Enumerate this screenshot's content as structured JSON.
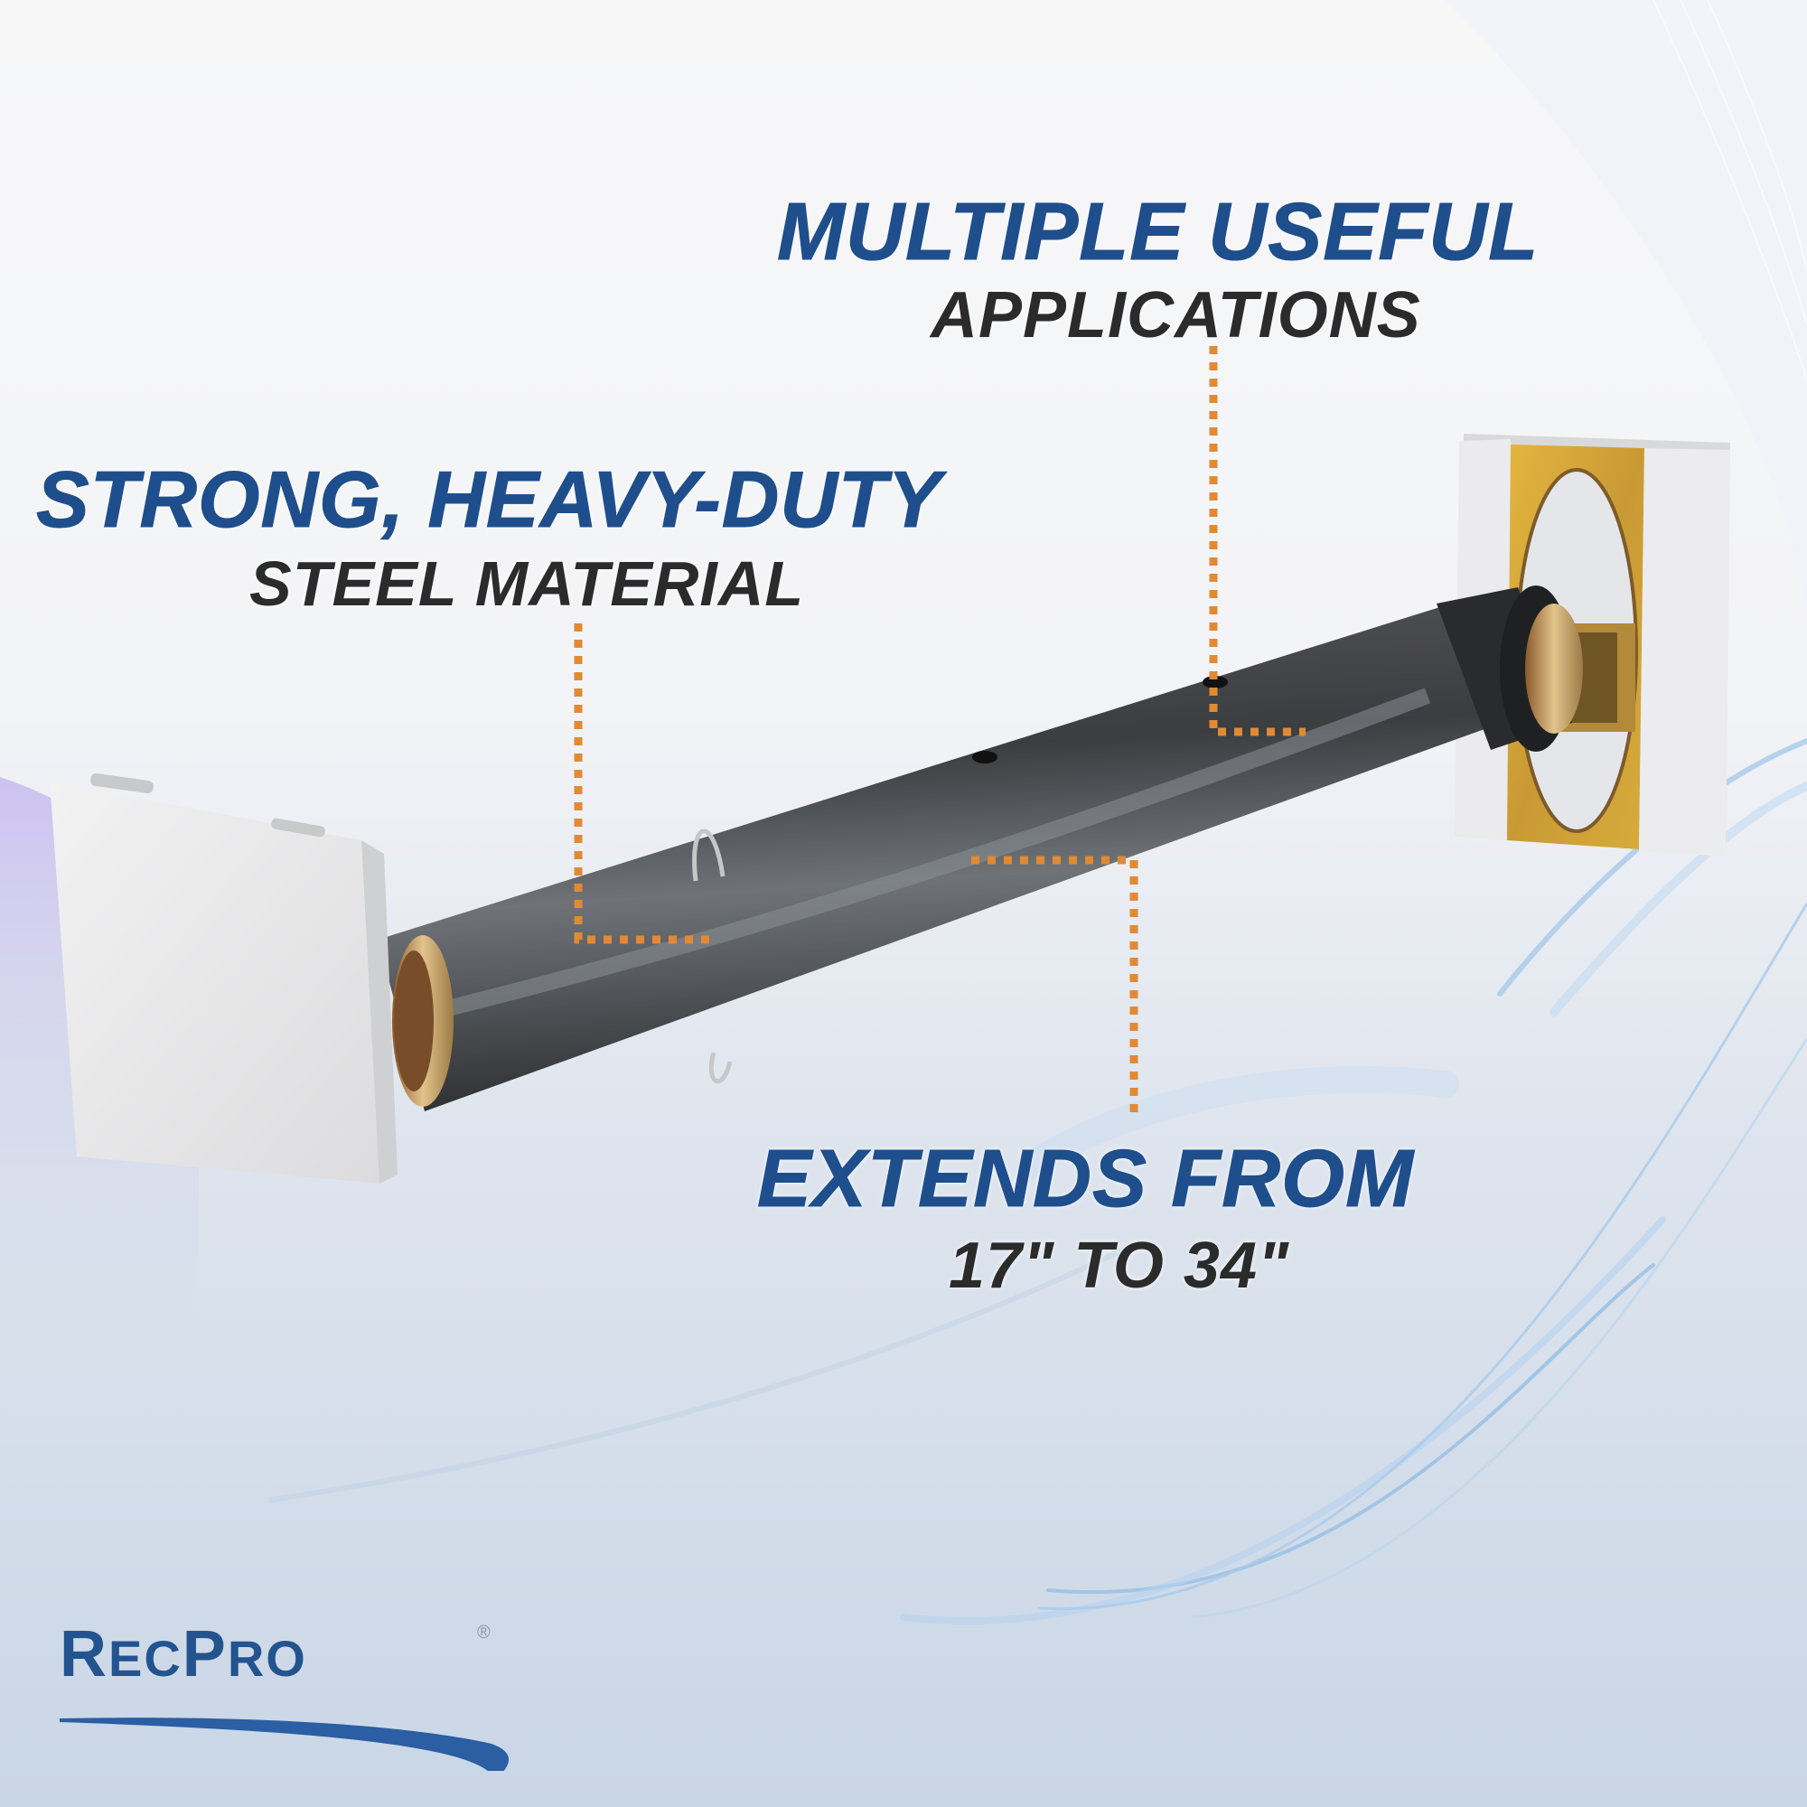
{
  "colors": {
    "headline_blue": "#1f4e8c",
    "subline_dark": "#2b2b2b",
    "callout_orange": "#e08a35",
    "rod_dark": "#3d3f42",
    "end_cap_white": "#e9e9ea",
    "bracket_gold": "#d6a531",
    "brass_ring": "#c8a163",
    "logo_blue": "#23548f",
    "background_top": "#f7f7f8",
    "background_bottom": "#c9d6e6"
  },
  "callouts": [
    {
      "id": "applications",
      "headline": "MULTIPLE USEFUL",
      "subline": "APPLICATIONS"
    },
    {
      "id": "material",
      "headline": "STRONG, HEAVY-DUTY",
      "subline": "STEEL MATERIAL"
    },
    {
      "id": "length",
      "headline": "EXTENDS FROM",
      "subline": "17\" TO 34\""
    }
  ],
  "product": {
    "name": "Telescoping steel bar with end caps",
    "min_length": "17\"",
    "max_length": "34\""
  },
  "brand": {
    "logo_first": "R",
    "logo_rest1": "EC",
    "logo_mid": "P",
    "logo_rest2": "RO",
    "registered_mark": "®"
  }
}
